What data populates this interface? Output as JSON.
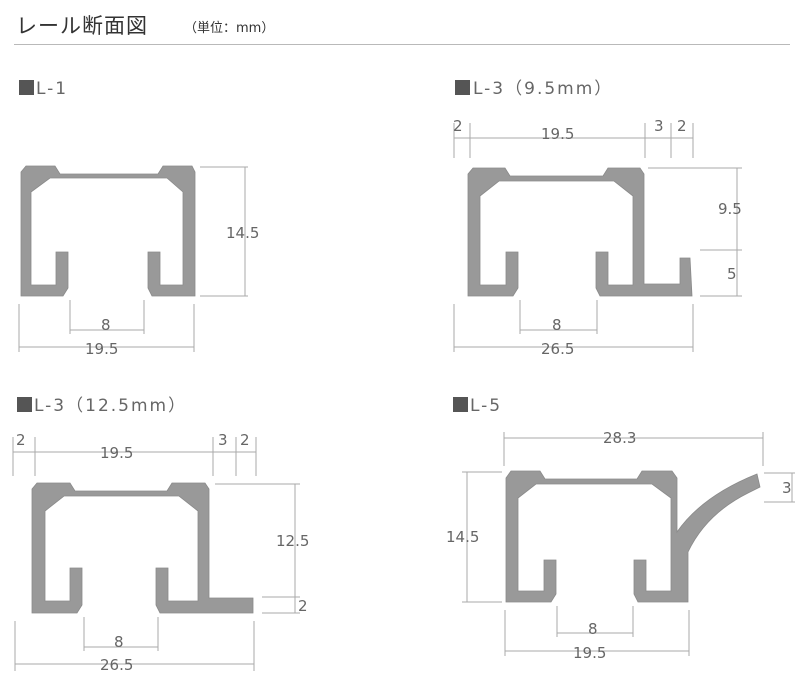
{
  "header": {
    "title": "レール断面図",
    "unit": "（単位：mm）"
  },
  "sections": {
    "l1": {
      "label": "L-1",
      "dims": {
        "height": "14.5",
        "inner": "8",
        "width": "19.5"
      }
    },
    "l3a": {
      "label": "L-3（9.5mm）",
      "dims": {
        "left": "2",
        "top": "19.5",
        "a": "3",
        "b": "2",
        "height": "9.5",
        "flange": "5",
        "inner": "8",
        "width": "26.5"
      }
    },
    "l3b": {
      "label": "L-3（12.5mm）",
      "dims": {
        "left": "2",
        "top": "19.5",
        "a": "3",
        "b": "2",
        "height": "12.5",
        "flange": "2",
        "inner": "8",
        "width": "26.5"
      }
    },
    "l5": {
      "label": "L-5",
      "dims": {
        "top": "28.3",
        "right": "3",
        "height": "14.5",
        "inner": "8",
        "width": "19.5"
      }
    }
  },
  "colors": {
    "profile": "#999999",
    "dimension": "#aaaaaa",
    "text": "#666666"
  }
}
